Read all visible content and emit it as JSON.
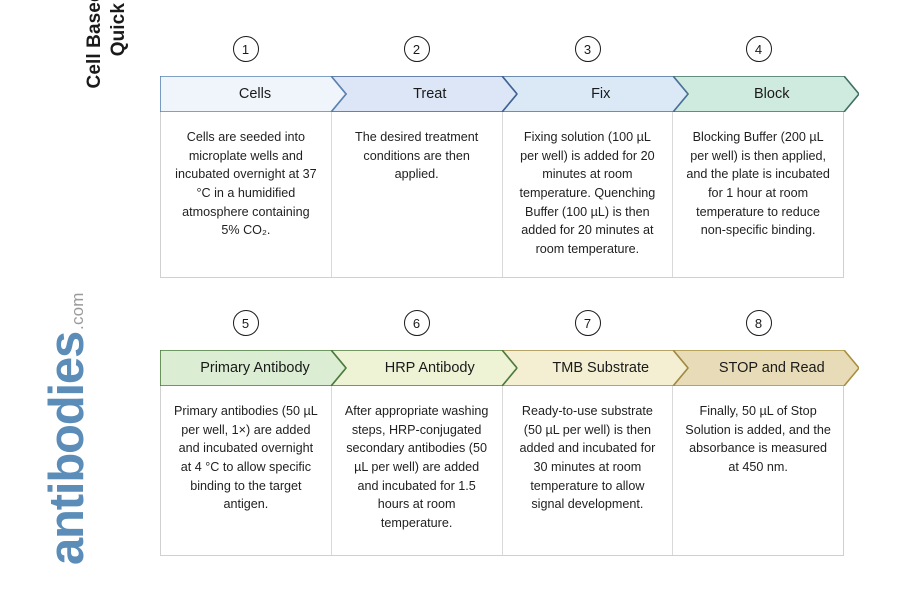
{
  "title": {
    "line1": "Cell Based ELISA Kits",
    "line2": "Quick Protocol"
  },
  "brand": {
    "name": "antibodies",
    "tld": ".com",
    "color": "#5b8db8"
  },
  "rows": [
    {
      "steps": [
        {
          "number": "1",
          "label": "Cells",
          "fill": "#eff5fb",
          "stroke": "#5b83b1",
          "body": "Cells are seeded into microplate wells and incubated overnight at 37 °C in a humidified atmosphere containing 5% CO₂."
        },
        {
          "number": "2",
          "label": "Treat",
          "fill": "#dce6f6",
          "stroke": "#3f6194",
          "body": "The desired treatment conditions are then applied."
        },
        {
          "number": "3",
          "label": "Fix",
          "fill": "#dbe9f7",
          "stroke": "#4a7199",
          "body": "Fixing solution (100 µL per well) is added for 20 minutes at room temperature. Quenching Buffer (100 µL) is then added for 20 minutes at room temperature."
        },
        {
          "number": "4",
          "label": "Block",
          "fill": "#cfeade",
          "stroke": "#3f6f63",
          "body": "Blocking Buffer (200 µL per well) is then applied, and the plate is incubated for 1 hour at room temperature to reduce non-specific binding."
        }
      ]
    },
    {
      "steps": [
        {
          "number": "5",
          "label": "Primary Antibody",
          "fill": "#dbeed3",
          "stroke": "#4c7b3c",
          "body": "Primary antibodies (50 µL per well, 1×) are added and incubated overnight at 4 °C to allow specific binding to the target antigen."
        },
        {
          "number": "6",
          "label": "HRP Antibody",
          "fill": "#eef3d6",
          "stroke": "#4c7b3c",
          "body": "After appropriate washing steps, HRP-conjugated secondary antibodies (50 µL per well) are added and incubated for 1.5 hours at room temperature."
        },
        {
          "number": "7",
          "label": "TMB Substrate",
          "fill": "#f4efd3",
          "stroke": "#a08a45",
          "body": "Ready-to-use substrate (50 µL per well) is then added and incubated for 30 minutes at room temperature to allow signal development."
        },
        {
          "number": "8",
          "label": "STOP and Read",
          "fill": "#e8dcb8",
          "stroke": "#a8903f",
          "body": "Finally, 50 µL of Stop Solution is added, and the absorbance is measured at 450 nm."
        }
      ]
    }
  ]
}
